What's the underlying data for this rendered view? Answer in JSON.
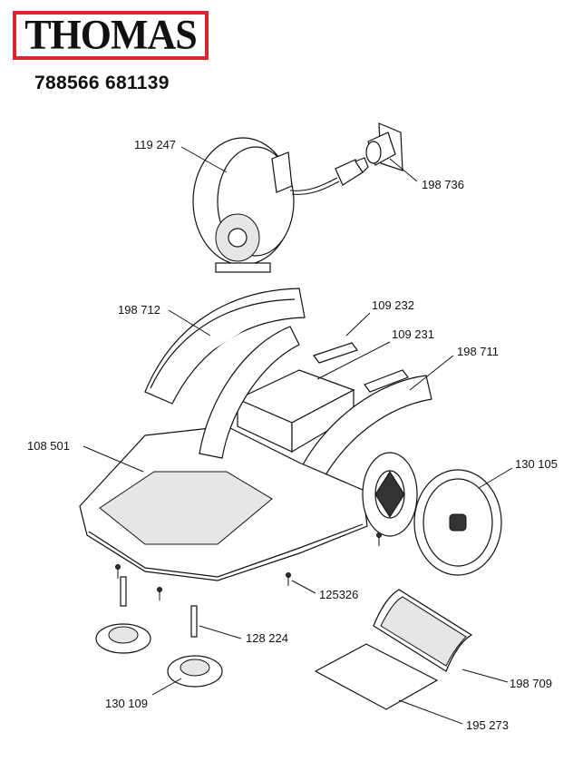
{
  "brand": {
    "logo_text": "THOMAS",
    "accent": "#d7262d"
  },
  "model_number": "788566 681139",
  "part_labels": {
    "p119247": "119  247",
    "p198736": "198  736",
    "p198712": "198  712",
    "p109232": "109  232",
    "p109231": "109  231",
    "p198711": "198  711",
    "p108501": "108  501",
    "p130105": "130  105",
    "p125326": "125326",
    "p128224": "128  224",
    "p130109": "130  109",
    "p198709": "198  709",
    "p195273": "195  273"
  }
}
